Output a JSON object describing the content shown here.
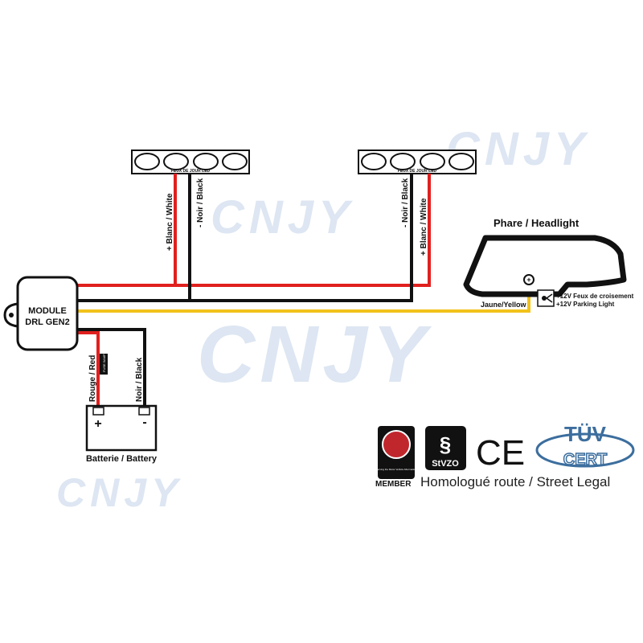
{
  "watermark": "CNJY",
  "drl_strip_left": {
    "label": "FEUX DE JOUR LED"
  },
  "drl_strip_right": {
    "label": "FEUX DE JOUR LED"
  },
  "wires": {
    "left_white": "+ Blanc / White",
    "left_black": "- Noir / Black",
    "right_black": "- Noir / Black",
    "right_white": "+ Blanc / White",
    "red": "Rouge / Red",
    "black": "Noir / Black",
    "yellow": "Jaune/Yellow",
    "fuse": "FUSE 5AMP"
  },
  "module": {
    "line1": "MODULE",
    "line2": "DRL GEN2"
  },
  "headlight": {
    "title": "Phare  / Headlight",
    "plus": "+"
  },
  "relay": {
    "line1": "+12V Feux de croisement",
    "line2": "+12V Parking Light"
  },
  "battery": {
    "label": "Batterie / Battery",
    "plus": "+",
    "minus": "-"
  },
  "logos": {
    "sema_member": "MEMBER",
    "sema_text": "Serving the Motor Vehicle Aftermarket",
    "stvzo_symbol": "§",
    "stvzo": "StVZO",
    "ce": "CE",
    "tuv": "TÜV",
    "cert": "CERT"
  },
  "street_legal": "Homologué route / Street Legal",
  "colors": {
    "red": "#e0201f",
    "black": "#111111",
    "yellow": "#f2c21a",
    "watermark": "#dde6f2"
  }
}
